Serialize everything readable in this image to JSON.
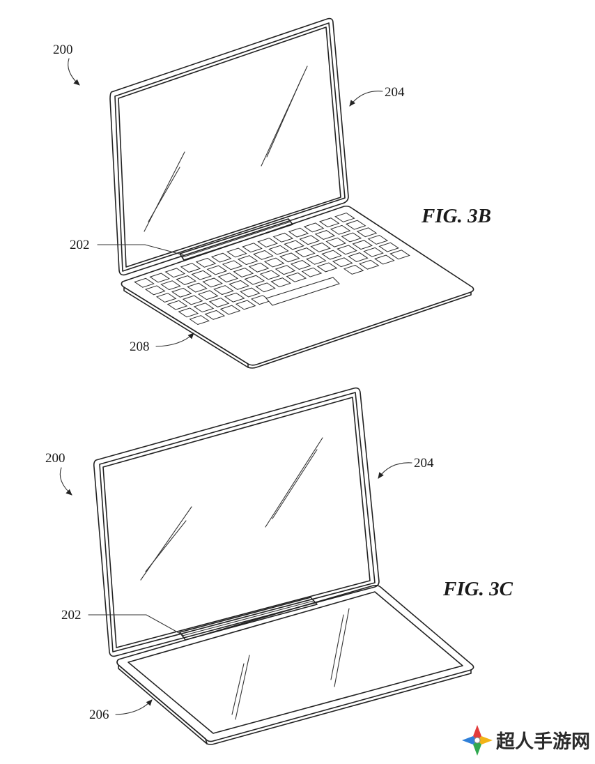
{
  "figures": [
    {
      "id": "3b",
      "caption": "FIG. 3B",
      "labels": {
        "device": "200",
        "display": "204",
        "hinge": "202",
        "base": "208"
      }
    },
    {
      "id": "3c",
      "caption": "FIG. 3C",
      "labels": {
        "device": "200",
        "display": "204",
        "hinge": "202",
        "base": "206"
      }
    }
  ],
  "watermark": {
    "text": "超人手游网",
    "icon": "four-color-diamond-logo"
  }
}
